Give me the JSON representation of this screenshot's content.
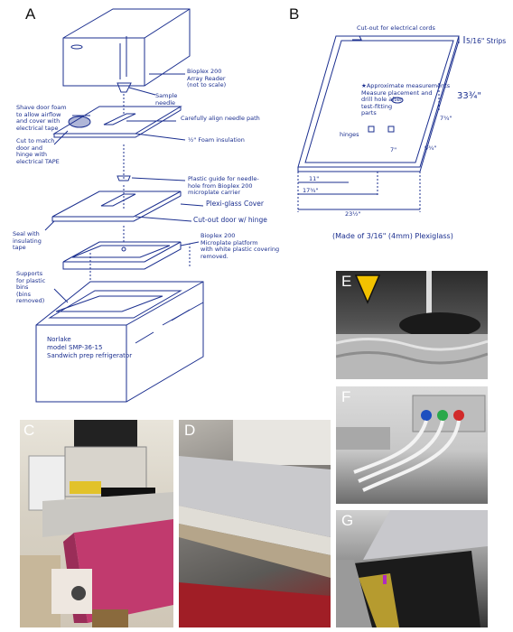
{
  "panels": {
    "a_label": "A",
    "b_label": "B",
    "c_label": "C",
    "d_label": "D",
    "e_label": "E",
    "f_label": "F",
    "g_label": "G"
  },
  "sketch_a": {
    "reader": "Bioplex 200\nArray Reader\n(not to scale)",
    "sample_needle": "Sample\nneedle",
    "align": "Carefully align needle path",
    "shave": "Shave door foam\nto allow airflow\nand cover with\nelectrical tape",
    "cut_match": "Cut to match\ndoor and\nhinge with\nelectrical TAPE",
    "foam": "½\" Foam insulation",
    "guide": "Plastic guide for needle-\nhole from Bioplex 200\nmicroplate carrier",
    "cover": "Plexi-glass Cover",
    "cutout_door": "Cut-out door w/ hinge",
    "seal": "Seal with\ninsulating\ntape",
    "platform": "Bioplex 200\nMicroplate platform\nwith white plastic covering\nremoved.",
    "supports": "Supports\nfor plastic\nbins\n(bins\nremoved)",
    "fridge": "Norlake\nmodel SMP-36-15\nSandwich prep refrigerator"
  },
  "sketch_b": {
    "cutout_cords": "Cut-out for electrical cords",
    "strips": "5/16\" Strips",
    "approx": "★Approximate measurements\nMeasure placement and\ndrill hole after\ntest-fitting\nparts",
    "height": "33¾\"",
    "hinges": "hinges",
    "d1": "7¾\"",
    "d2": "9¾\"",
    "d3": "7\"",
    "d4": "11\"",
    "d5": "17¾\"",
    "d6": "23½\"",
    "made_of": "(Made of 3/16\" (4mm) Plexiglass)"
  },
  "colors": {
    "ink": "#1b2f8f",
    "fridge_pink": "#c13a6e",
    "warning_yellow": "#f2c200"
  }
}
